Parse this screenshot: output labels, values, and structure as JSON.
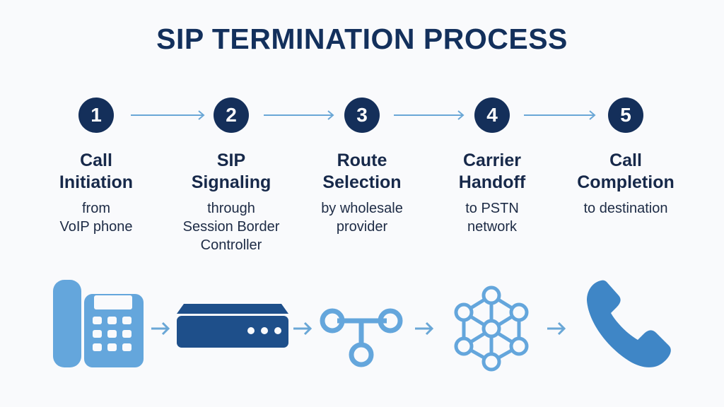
{
  "title": "SIP TERMINATION PROCESS",
  "colors": {
    "navy": "#142f5a",
    "mid_blue": "#1e4f8a",
    "light_blue": "#64a6dc",
    "phone_blue": "#3f86c6",
    "arrow": "#6aa7d6"
  },
  "steps": [
    {
      "number": "1",
      "title_line1": "Call",
      "title_line2": "Initiation",
      "desc": [
        "from",
        "VoIP phone"
      ],
      "icon": "desk-phone-icon"
    },
    {
      "number": "2",
      "title_line1": "SIP",
      "title_line2": "Signaling",
      "desc": [
        "through",
        "Session Border",
        "Controller"
      ],
      "icon": "session-border-controller-icon"
    },
    {
      "number": "3",
      "title_line1": "Route",
      "title_line2": "Selection",
      "desc": [
        "by wholesale",
        "provider"
      ],
      "icon": "route-branch-icon"
    },
    {
      "number": "4",
      "title_line1": "Carrier",
      "title_line2": "Handoff",
      "desc": [
        "to PSTN",
        "network"
      ],
      "icon": "network-mesh-icon"
    },
    {
      "number": "5",
      "title_line1": "Call",
      "title_line2": "Completion",
      "desc": [
        "to destination"
      ],
      "icon": "phone-handset-icon"
    }
  ]
}
